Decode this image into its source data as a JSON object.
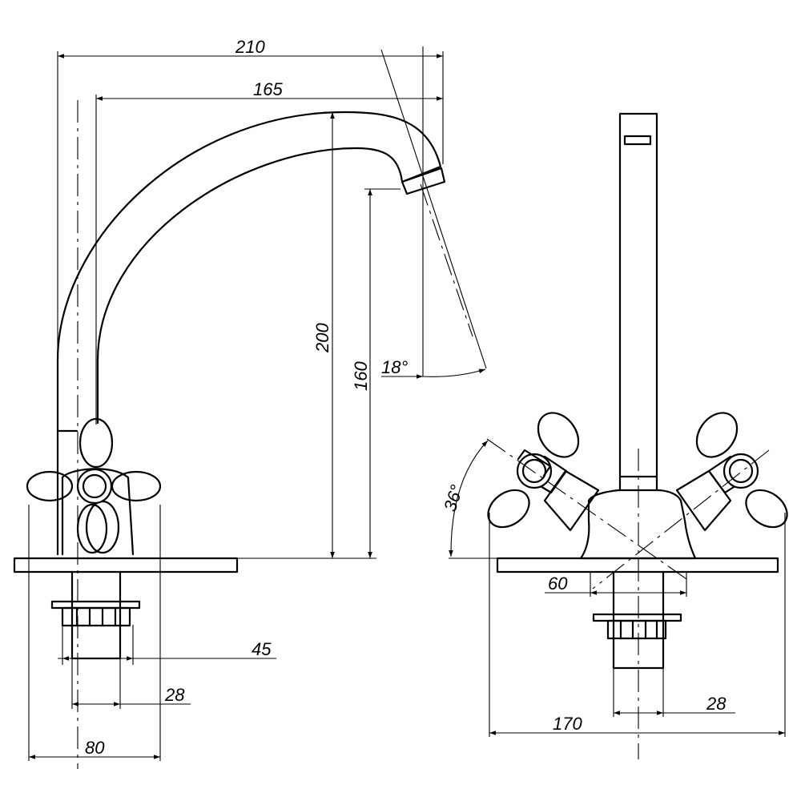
{
  "dimensions": {
    "overall_reach": "210",
    "spout_reach": "165",
    "spout_height": "200",
    "outlet_height": "160",
    "spout_angle": "18°",
    "handle_angle": "36°",
    "body_width_left": "80",
    "shank_width_left": "45",
    "thread_left": "28",
    "handle_spacing": "60",
    "overall_width": "170",
    "thread_right": "28"
  }
}
